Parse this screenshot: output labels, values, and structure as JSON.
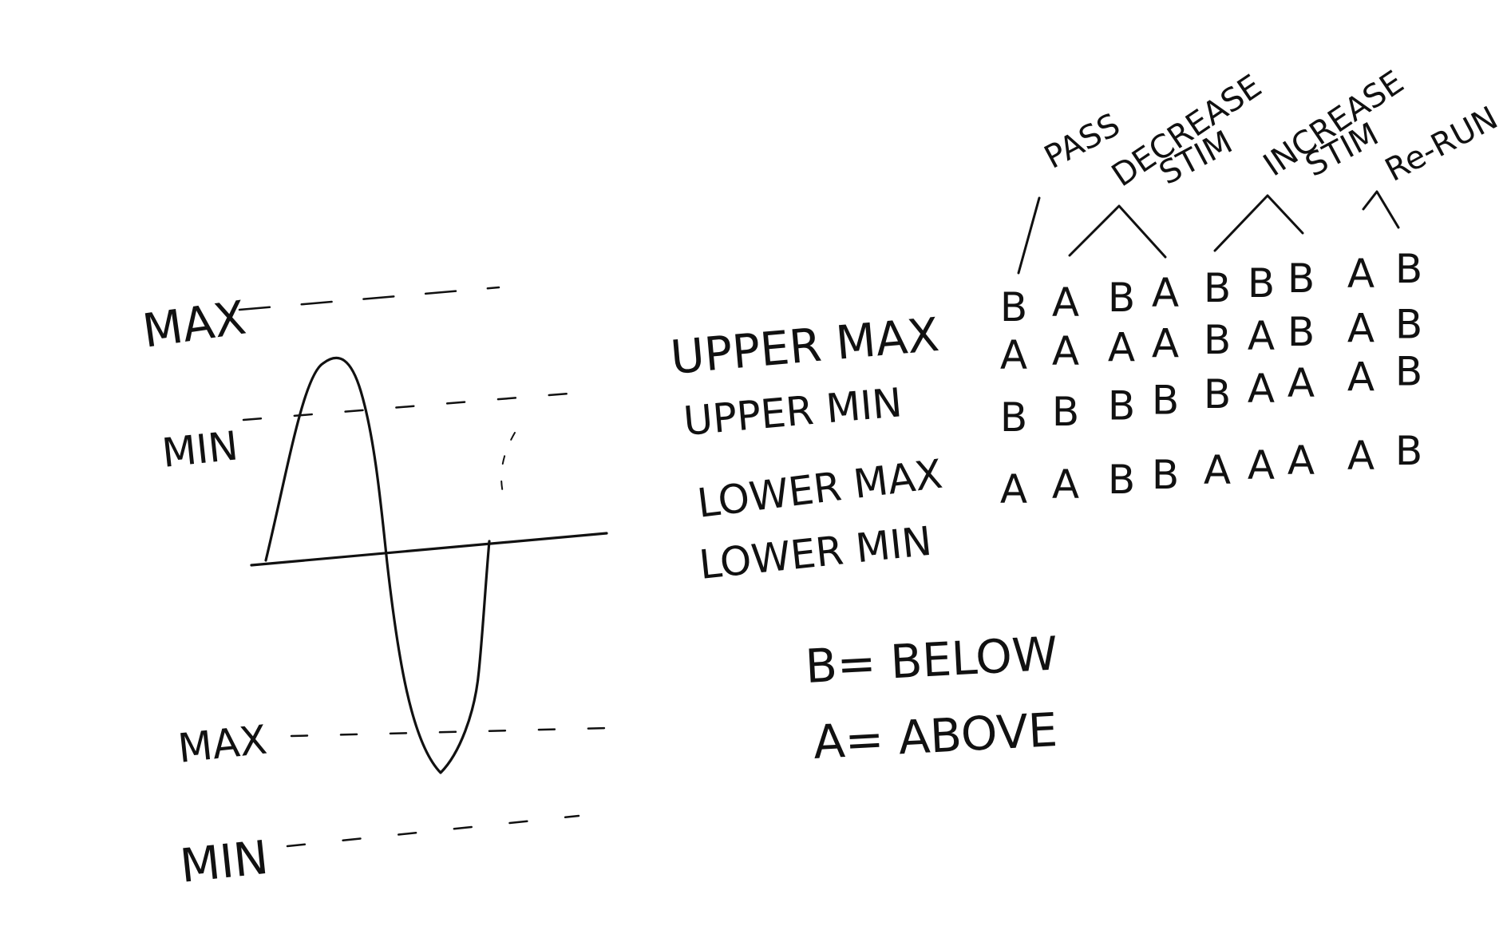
{
  "waveform": {
    "upper_labels": [
      "MAX",
      "MIN"
    ],
    "lower_labels": [
      "MAX",
      "MIN"
    ]
  },
  "table": {
    "column_labels": [
      "PASS",
      "DECREASE",
      "STIM",
      "INCREASE",
      "STIM",
      "Re-RUN"
    ],
    "rows": [
      {
        "label": "UPPER MAX",
        "cells": [
          "B",
          "A",
          "B",
          "A",
          "B",
          "B",
          "B",
          "A",
          "B"
        ]
      },
      {
        "label": "UPPER MIN",
        "cells": [
          "A",
          "A",
          "A",
          "A",
          "B",
          "A",
          "B",
          "A",
          "B"
        ]
      },
      {
        "label": "LOWER MAX",
        "cells": [
          "B",
          "B",
          "B",
          "B",
          "B",
          "A",
          "A",
          "A",
          "B"
        ]
      },
      {
        "label": "LOWER MIN",
        "cells": [
          "A",
          "A",
          "B",
          "B",
          "A",
          "A",
          "A",
          "A",
          "B"
        ]
      }
    ]
  },
  "legend": {
    "b": "B= BELOW",
    "a": "A= ABOVE"
  },
  "colors": {
    "ink": "#111111",
    "background": "#ffffff"
  }
}
